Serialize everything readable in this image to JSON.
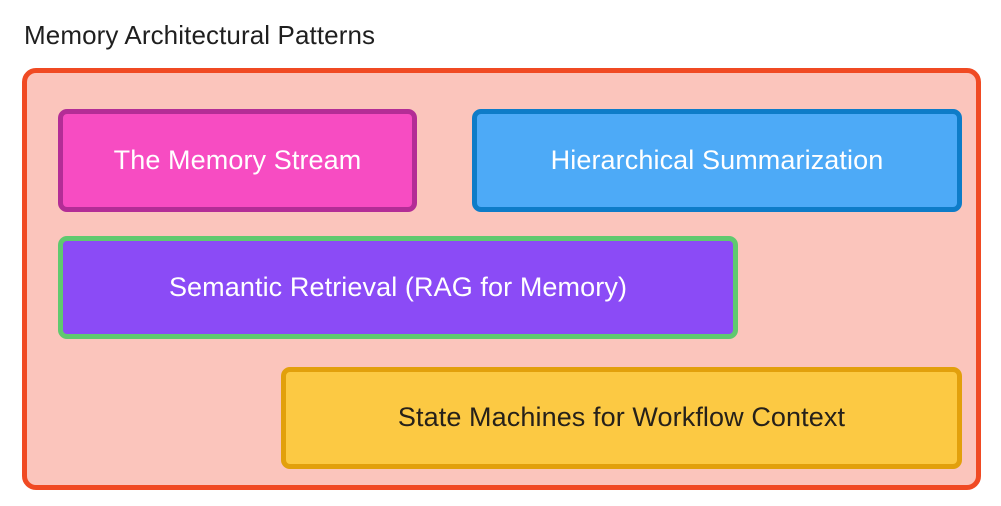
{
  "page": {
    "title": "Memory Architectural Patterns",
    "title_color": "#1f1f1f",
    "background": "#ffffff"
  },
  "container": {
    "name": "memory-architectural-patterns-group",
    "fill": "#fbc5bc",
    "border_color": "#f04a23"
  },
  "nodes": [
    {
      "id": "memory-stream",
      "label": "The Memory Stream",
      "fill": "#f74cc2",
      "border_color": "#b32d96",
      "text_color": "#ffffff"
    },
    {
      "id": "hierarchical-summarization",
      "label": "Hierarchical Summarization",
      "fill": "#4daaf7",
      "border_color": "#0e7cc8",
      "text_color": "#ffffff"
    },
    {
      "id": "semantic-retrieval",
      "label": "Semantic Retrieval (RAG for Memory)",
      "fill": "#8b4bf6",
      "border_color": "#5fc96f",
      "text_color": "#ffffff"
    },
    {
      "id": "state-machines",
      "label": "State Machines for Workflow Context",
      "fill": "#fcc943",
      "border_color": "#e2a00c",
      "text_color": "#26211a"
    }
  ]
}
